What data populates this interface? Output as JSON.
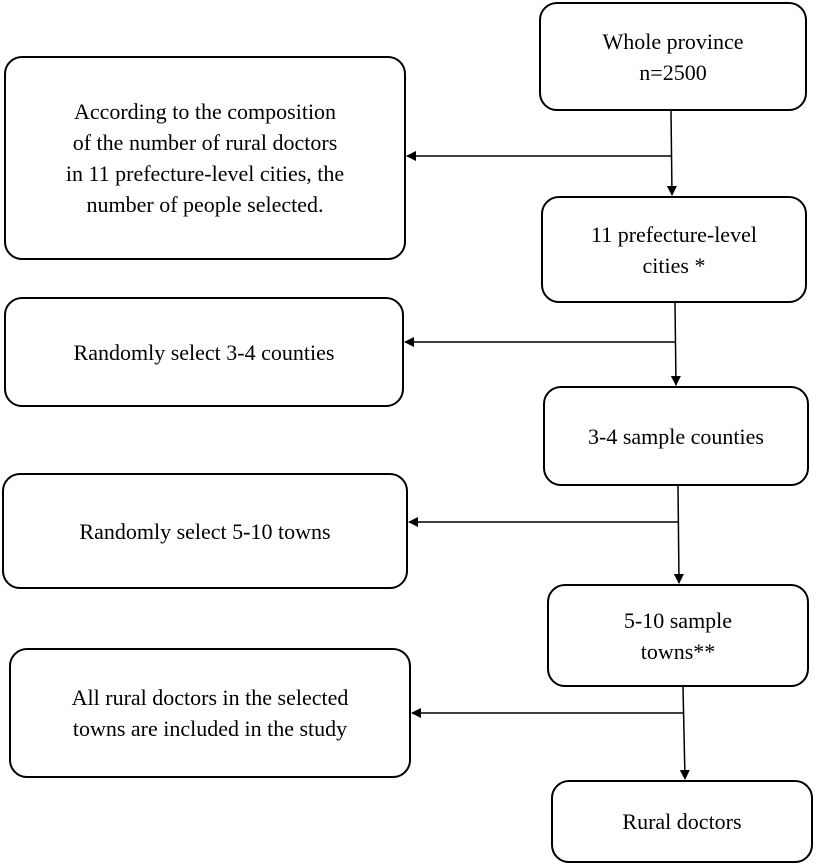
{
  "flowchart": {
    "main_steps": [
      {
        "lines": [
          "Whole province",
          "n=2500"
        ]
      },
      {
        "lines": [
          "11 prefecture-level",
          "cities *"
        ]
      },
      {
        "lines": [
          "3-4 sample counties"
        ]
      },
      {
        "lines": [
          "5-10 sample",
          "towns**"
        ]
      },
      {
        "lines": [
          "Rural doctors"
        ]
      }
    ],
    "side_notes": [
      {
        "lines": [
          "According to the composition",
          "of the number of rural doctors",
          "in 11 prefecture-level cities, the",
          "number of people selected."
        ]
      },
      {
        "lines": [
          "Randomly select 3-4 counties"
        ]
      },
      {
        "lines": [
          "Randomly select 5-10 towns"
        ]
      },
      {
        "lines": [
          "All rural doctors in the selected",
          "towns are included in the study"
        ]
      }
    ]
  }
}
